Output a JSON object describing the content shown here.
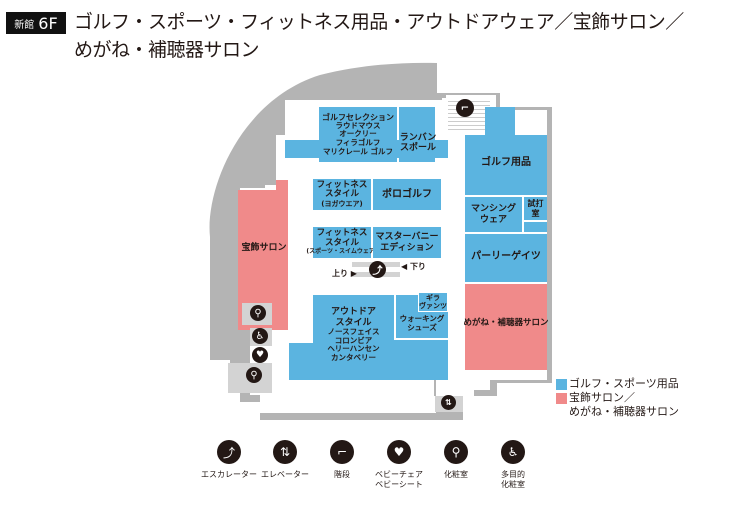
{
  "header": {
    "building": "新館",
    "floor": "6F",
    "title": "ゴルフ・スポーツ・フィットネス用品・アウトドアウェア／宝飾サロン／めがね・補聴器サロン"
  },
  "colors": {
    "sports": "#5bb4e0",
    "salon": "#f08a8a",
    "wall": "#b4b4b4",
    "facility_bg": "#d3d3d3",
    "icon": "#231815"
  },
  "shops": {
    "golf_selection": {
      "name": "ゴルフセレクション",
      "brands": [
        "ラウドマウス",
        "オークリー",
        "フィラゴルフ",
        "マリクレール ゴルフ"
      ]
    },
    "lanvin_sport": {
      "name": "ランバン\nスポール"
    },
    "fitness_yoga": {
      "name": "フィットネス\nスタイル",
      "sub": "(ヨガウエア)"
    },
    "polo_golf": {
      "name": "ポロゴルフ"
    },
    "fitness_swim": {
      "name": "フィットネス\nスタイル",
      "sub": "(スポーツ・スイムウェア)"
    },
    "master_bunny": {
      "name": "マスターバニー\nエディション"
    },
    "golf_goods": {
      "name": "ゴルフ用品"
    },
    "munsingwear": {
      "name": "マンシング\nウェア"
    },
    "trial_room": {
      "name": "試打室"
    },
    "pearly_gates": {
      "name": "パーリーゲイツ"
    },
    "jewelry_salon": {
      "name": "宝飾サロン"
    },
    "optical_salon": {
      "name": "めがね・補聴器サロン"
    },
    "outdoor_style": {
      "name": "アウトドア\nスタイル",
      "brands": [
        "ノースフェイス",
        "コロンビア",
        "ヘリーハンセン",
        "カンタベリー"
      ]
    },
    "zerah_vans": {
      "name": "ギラ\nヴァンツ"
    },
    "walking_shoes": {
      "name": "ウォーキング\nシューズ"
    }
  },
  "escalator": {
    "up": "上り ▶",
    "down": "◀ 下り"
  },
  "legend": {
    "sports": "ゴルフ・スポーツ用品",
    "salon_line1": "宝飾サロン／",
    "salon_line2": "めがね・補聴器サロン"
  },
  "facilities": [
    {
      "icon": "escalator-icon",
      "glyph": "⤴",
      "label": "エスカレーター"
    },
    {
      "icon": "elevator-icon",
      "glyph": "⇅",
      "label": "エレベーター"
    },
    {
      "icon": "stairs-icon",
      "glyph": "⌐",
      "label": "階段"
    },
    {
      "icon": "baby-chair-icon",
      "glyph": "♥",
      "label": "ベビーチェア\nベビーシート"
    },
    {
      "icon": "restroom-icon",
      "glyph": "⚲",
      "label": "化粧室"
    },
    {
      "icon": "accessible-restroom-icon",
      "glyph": "♿",
      "label": "多目的\n化粧室"
    }
  ]
}
